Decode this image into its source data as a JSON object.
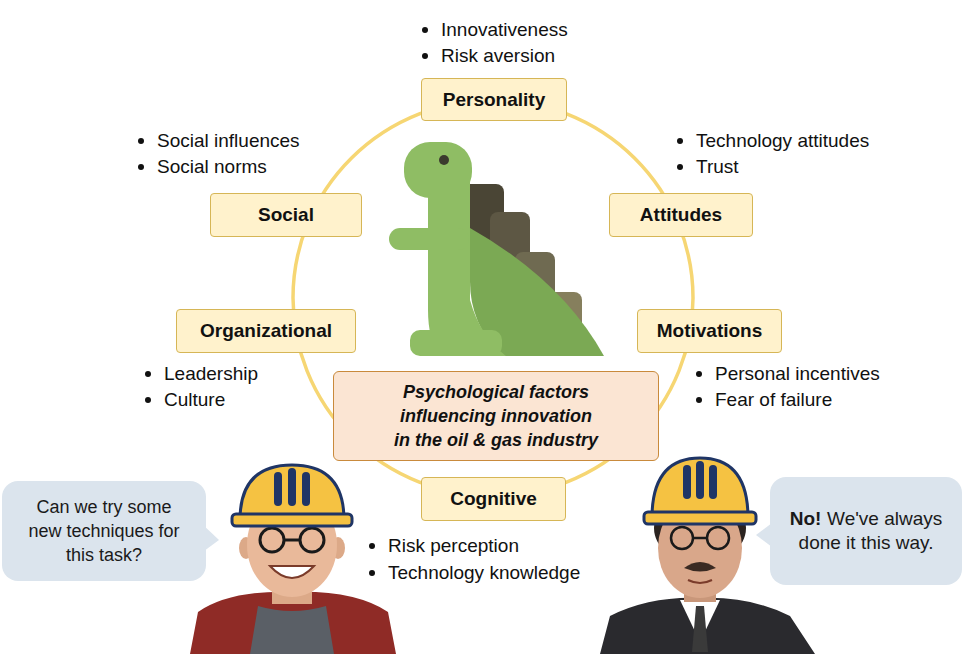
{
  "diagram": {
    "nodes": [
      {
        "text": [
          "Personality"
        ]
      },
      {
        "text": [
          "Social"
        ]
      },
      {
        "text": [
          "Attitudes"
        ]
      },
      {
        "text": [
          "Organizational"
        ]
      },
      {
        "text": [
          "Motivations"
        ]
      },
      {
        "text": [
          "Psychological factors influencing innovation in the oil & gas industry"
        ]
      },
      {
        "text": [
          "Can we try some new techniques for this task?"
        ]
      },
      {
        "text": [
          "Cognitive"
        ]
      },
      {
        "text": [
          "No!",
          "We've always done it this way."
        ]
      }
    ],
    "labels": [
      "Innovativeness",
      "Risk aversion",
      "Social influences",
      "Social norms",
      "Technology attitudes",
      "Trust",
      "Leadership",
      "Culture",
      "Personal incentives",
      "Fear of failure",
      "Risk perception",
      "Technology knowledge"
    ]
  }
}
